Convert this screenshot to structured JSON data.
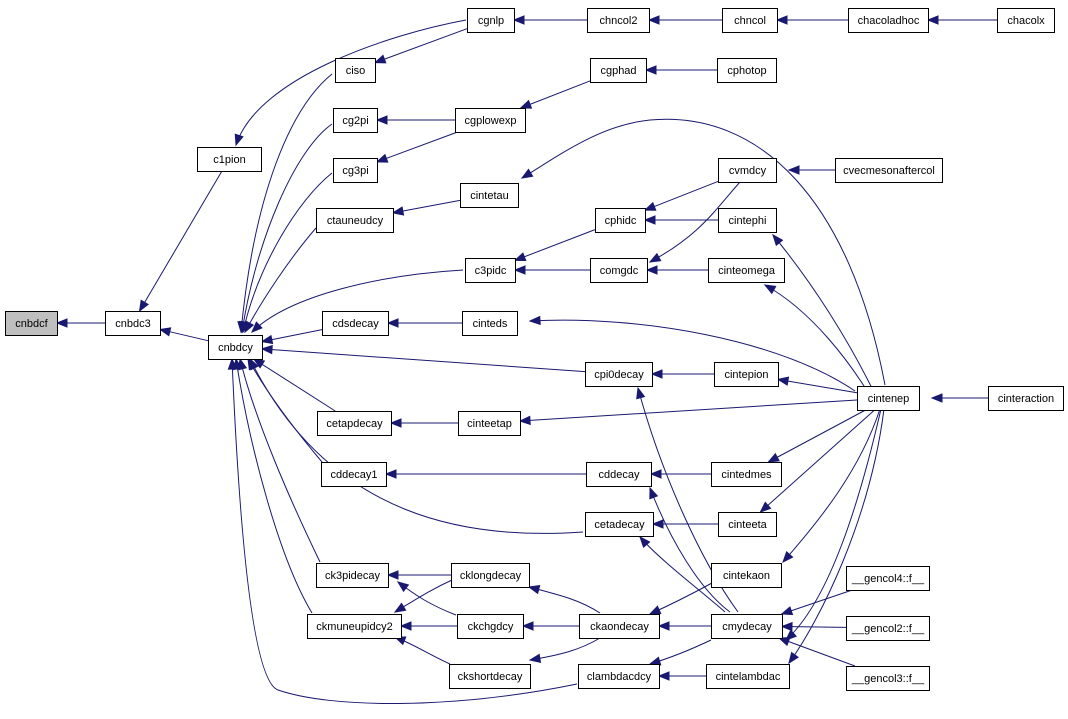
{
  "colors": {
    "edge": "#191970",
    "node_fill": "#ffffff",
    "node_border": "#000000",
    "focus_fill": "#bfbfbf",
    "external_border": "#ff0000"
  },
  "nodes": [
    {
      "id": "cnbdcf",
      "label": "cnbdcf",
      "style": "focus"
    },
    {
      "id": "cnbdc3",
      "label": "cnbdc3",
      "style": "normal"
    },
    {
      "id": "c1pion",
      "label": "c1pion",
      "style": "normal"
    },
    {
      "id": "cnbdcy",
      "label": "cnbdcy",
      "style": "normal"
    },
    {
      "id": "cgnlp",
      "label": "cgnlp",
      "style": "normal"
    },
    {
      "id": "chncol2",
      "label": "chncol2",
      "style": "normal"
    },
    {
      "id": "chncol",
      "label": "chncol",
      "style": "normal"
    },
    {
      "id": "chacoladhoc",
      "label": "chacoladhoc",
      "style": "normal"
    },
    {
      "id": "chacolx",
      "label": "chacolx",
      "style": "external"
    },
    {
      "id": "ciso",
      "label": "ciso",
      "style": "normal"
    },
    {
      "id": "cgphad",
      "label": "cgphad",
      "style": "normal"
    },
    {
      "id": "cphotop",
      "label": "cphotop",
      "style": "external"
    },
    {
      "id": "cg2pi",
      "label": "cg2pi",
      "style": "normal"
    },
    {
      "id": "cgplowexp",
      "label": "cgplowexp",
      "style": "normal"
    },
    {
      "id": "cg3pi",
      "label": "cg3pi",
      "style": "normal"
    },
    {
      "id": "cvmdcy",
      "label": "cvmdcy",
      "style": "normal"
    },
    {
      "id": "cvecmesonaftercol",
      "label": "cvecmesonaftercol",
      "style": "external"
    },
    {
      "id": "cintetau",
      "label": "cintetau",
      "style": "normal"
    },
    {
      "id": "ctauneudcy",
      "label": "ctauneudcy",
      "style": "normal"
    },
    {
      "id": "cphidc",
      "label": "cphidc",
      "style": "normal"
    },
    {
      "id": "cintephi",
      "label": "cintephi",
      "style": "normal"
    },
    {
      "id": "c3pidc",
      "label": "c3pidc",
      "style": "normal"
    },
    {
      "id": "comgdc",
      "label": "comgdc",
      "style": "normal"
    },
    {
      "id": "cinteomega",
      "label": "cinteomega",
      "style": "normal"
    },
    {
      "id": "cdsdecay",
      "label": "cdsdecay",
      "style": "normal"
    },
    {
      "id": "cinteds",
      "label": "cinteds",
      "style": "normal"
    },
    {
      "id": "cpi0decay",
      "label": "cpi0decay",
      "style": "normal"
    },
    {
      "id": "cintepion",
      "label": "cintepion",
      "style": "normal"
    },
    {
      "id": "cintenep",
      "label": "cintenep",
      "style": "normal"
    },
    {
      "id": "cinteraction",
      "label": "cinteraction",
      "style": "external"
    },
    {
      "id": "cetapdecay",
      "label": "cetapdecay",
      "style": "normal"
    },
    {
      "id": "cinteetap",
      "label": "cinteetap",
      "style": "normal"
    },
    {
      "id": "cddecay1",
      "label": "cddecay1",
      "style": "normal"
    },
    {
      "id": "cddecay",
      "label": "cddecay",
      "style": "normal"
    },
    {
      "id": "cintedmes",
      "label": "cintedmes",
      "style": "normal"
    },
    {
      "id": "cetadecay",
      "label": "cetadecay",
      "style": "normal"
    },
    {
      "id": "cinteeta",
      "label": "cinteeta",
      "style": "normal"
    },
    {
      "id": "ck3pidecay",
      "label": "ck3pidecay",
      "style": "normal"
    },
    {
      "id": "cklongdecay",
      "label": "cklongdecay",
      "style": "normal"
    },
    {
      "id": "cintekaon",
      "label": "cintekaon",
      "style": "normal"
    },
    {
      "id": "gencol4",
      "label": "__gencol4::f__",
      "style": "normal"
    },
    {
      "id": "ckmuneupidcy2",
      "label": "ckmuneupidcy2",
      "style": "normal"
    },
    {
      "id": "ckchgdcy",
      "label": "ckchgdcy",
      "style": "normal"
    },
    {
      "id": "ckaondecay",
      "label": "ckaondecay",
      "style": "normal"
    },
    {
      "id": "cmydecay",
      "label": "cmydecay",
      "style": "normal"
    },
    {
      "id": "gencol2",
      "label": "__gencol2::f__",
      "style": "normal"
    },
    {
      "id": "ckshortdecay",
      "label": "ckshortdecay",
      "style": "normal"
    },
    {
      "id": "clambdacdcy",
      "label": "clambdacdcy",
      "style": "normal"
    },
    {
      "id": "cintelambdac",
      "label": "cintelambdac",
      "style": "normal"
    },
    {
      "id": "gencol3",
      "label": "__gencol3::f__",
      "style": "normal"
    }
  ],
  "edges": [
    [
      "cnbdc3",
      "cnbdcf"
    ],
    [
      "c1pion",
      "cnbdc3"
    ],
    [
      "cnbdcy",
      "cnbdc3"
    ],
    [
      "cgnlp",
      "c1pion"
    ],
    [
      "chncol2",
      "cgnlp"
    ],
    [
      "chncol",
      "chncol2"
    ],
    [
      "chacoladhoc",
      "chncol"
    ],
    [
      "chacolx",
      "chacoladhoc"
    ],
    [
      "ciso",
      "cnbdcy"
    ],
    [
      "cgnlp",
      "ciso"
    ],
    [
      "cgphad",
      "cgplowexp"
    ],
    [
      "cphotop",
      "cgphad"
    ],
    [
      "cg2pi",
      "cnbdcy"
    ],
    [
      "cgplowexp",
      "cg2pi"
    ],
    [
      "cg3pi",
      "cnbdcy"
    ],
    [
      "cgplowexp",
      "cg3pi"
    ],
    [
      "ctauneudcy",
      "cnbdcy"
    ],
    [
      "cintetau",
      "ctauneudcy"
    ],
    [
      "cintenep",
      "cintetau"
    ],
    [
      "cvmdcy",
      "cphidc"
    ],
    [
      "cvecmesonaftercol",
      "cvmdcy"
    ],
    [
      "cvmdcy",
      "comgdc"
    ],
    [
      "cphidc",
      "c3pidc"
    ],
    [
      "cintephi",
      "cphidc"
    ],
    [
      "cintenep",
      "cintephi"
    ],
    [
      "c3pidc",
      "cnbdcy"
    ],
    [
      "comgdc",
      "c3pidc"
    ],
    [
      "cinteomega",
      "comgdc"
    ],
    [
      "cintenep",
      "cinteomega"
    ],
    [
      "cdsdecay",
      "cnbdcy"
    ],
    [
      "cinteds",
      "cdsdecay"
    ],
    [
      "cintenep",
      "cinteds"
    ],
    [
      "cpi0decay",
      "cnbdcy"
    ],
    [
      "cintepion",
      "cpi0decay"
    ],
    [
      "cintenep",
      "cintepion"
    ],
    [
      "cinteraction",
      "cintenep"
    ],
    [
      "cetapdecay",
      "cnbdcy"
    ],
    [
      "cinteetap",
      "cetapdecay"
    ],
    [
      "cintenep",
      "cinteetap"
    ],
    [
      "cddecay1",
      "cnbdcy"
    ],
    [
      "cddecay",
      "cddecay1"
    ],
    [
      "cintedmes",
      "cddecay"
    ],
    [
      "cintenep",
      "cintedmes"
    ],
    [
      "cetadecay",
      "cnbdcy"
    ],
    [
      "cinteeta",
      "cetadecay"
    ],
    [
      "cintenep",
      "cinteeta"
    ],
    [
      "ck3pidecay",
      "cnbdcy"
    ],
    [
      "cklongdecay",
      "ck3pidecay"
    ],
    [
      "cintenep",
      "cintekaon"
    ],
    [
      "ckaondecay",
      "cklongdecay"
    ],
    [
      "ckmuneupidcy2",
      "cnbdcy"
    ],
    [
      "cklongdecay",
      "ckmuneupidcy2"
    ],
    [
      "ckchgdcy",
      "ck3pidecay"
    ],
    [
      "ckchgdcy",
      "ckmuneupidcy2"
    ],
    [
      "ckaondecay",
      "ckchgdcy"
    ],
    [
      "cintekaon",
      "ckaondecay"
    ],
    [
      "cmydecay",
      "ckaondecay"
    ],
    [
      "gencol4",
      "cmydecay"
    ],
    [
      "gencol2",
      "cmydecay"
    ],
    [
      "gencol3",
      "cmydecay"
    ],
    [
      "cmydecay",
      "cpi0decay"
    ],
    [
      "cmydecay",
      "cddecay"
    ],
    [
      "cmydecay",
      "cetadecay"
    ],
    [
      "ckshortdecay",
      "ckmuneupidcy2"
    ],
    [
      "ckaondecay",
      "ckshortdecay"
    ],
    [
      "clambdacdcy",
      "cnbdcy"
    ],
    [
      "cintelambdac",
      "clambdacdcy"
    ],
    [
      "cmydecay",
      "clambdacdcy"
    ],
    [
      "cintenep",
      "cintelambdac"
    ],
    [
      "cintenep",
      "cmydecay"
    ]
  ]
}
